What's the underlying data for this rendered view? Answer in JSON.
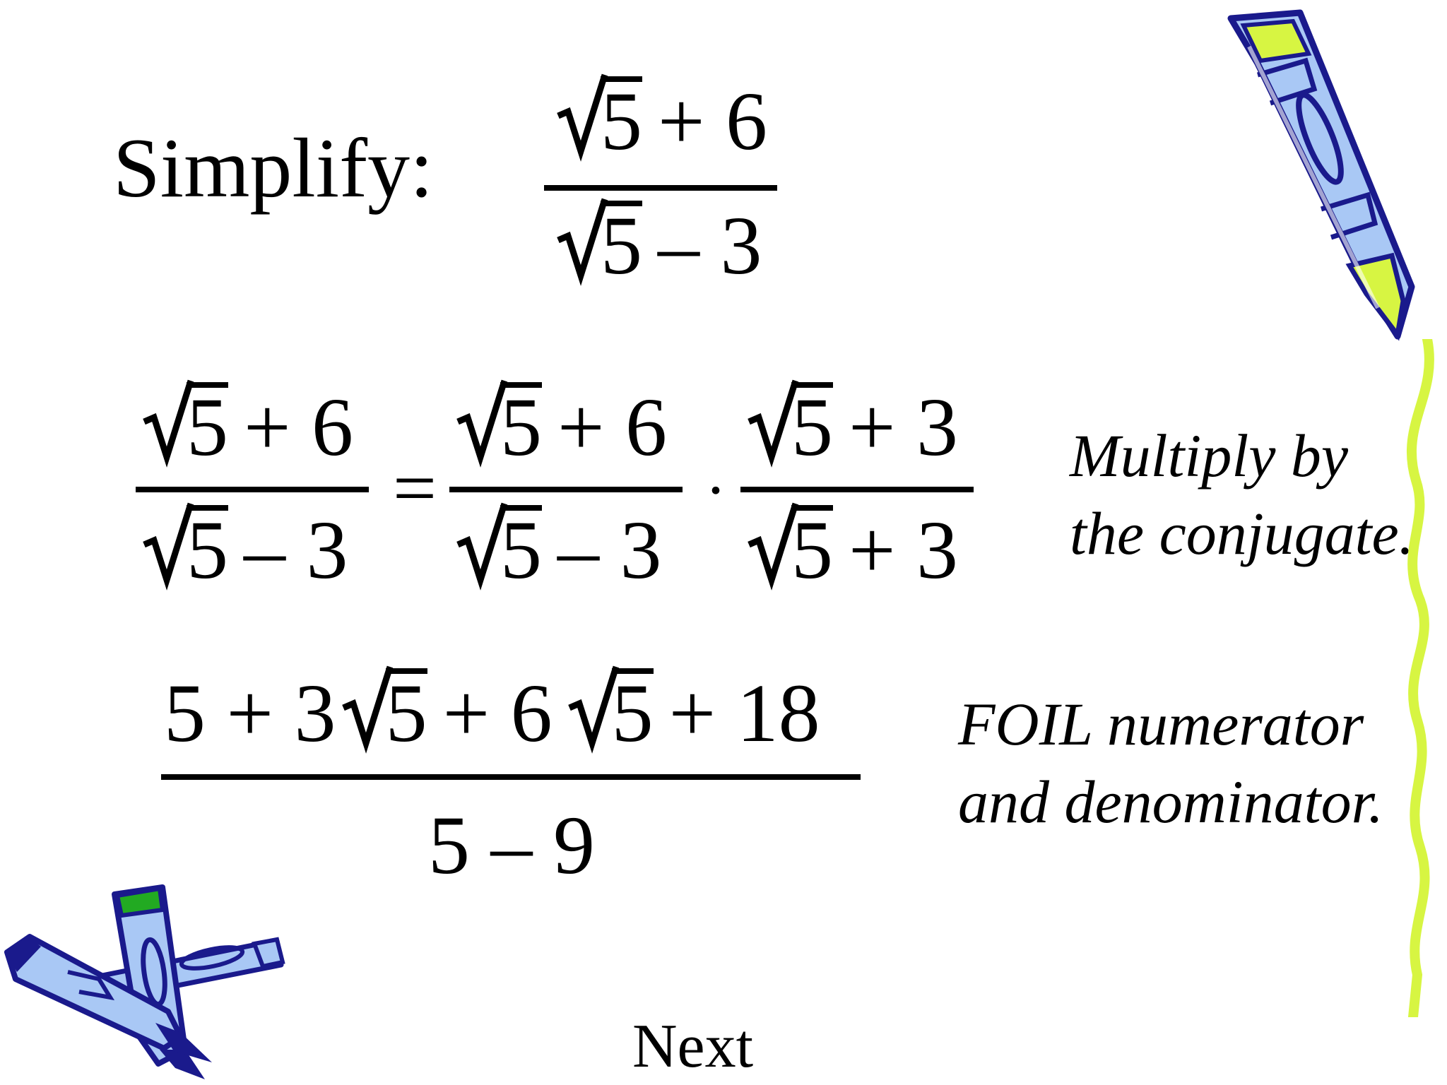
{
  "slide": {
    "simplify_label": "Simplify:",
    "problem": {
      "num_radicand": "5",
      "num_rest": "+ 6",
      "den_radicand": "5",
      "den_rest": "– 3"
    },
    "step1": {
      "lhs_num_radicand": "5",
      "lhs_num_rest": "+ 6",
      "lhs_den_radicand": "5",
      "lhs_den_rest": "– 3",
      "equals": "=",
      "mid_num_radicand": "5",
      "mid_num_rest": "+ 6",
      "mid_den_radicand": "5",
      "mid_den_rest": "– 3",
      "dot": "·",
      "conj_num_radicand": "5",
      "conj_num_rest": "+ 3",
      "conj_den_radicand": "5",
      "conj_den_rest": "+ 3",
      "note_line1": "Multiply by",
      "note_line2": "the conjugate."
    },
    "step2": {
      "num_part1": "5 + 3",
      "num_radicand_1": "5",
      "num_part2": "+ 6",
      "num_radicand_2": "5",
      "num_part3": "+ 18",
      "denominator": "5 – 9",
      "note_line1": "FOIL numerator",
      "note_line2": "and denominator."
    },
    "next_label": "Next",
    "colors": {
      "text": "#000000",
      "crayon_blue": "#a9c8f5",
      "crayon_outline": "#1a1a8c",
      "accent_green": "#d7f542",
      "cap_green": "#22aa22"
    },
    "icons": [
      "crayon-top-right-icon",
      "crayon-pile-bottom-left-icon",
      "squiggle-line-icon"
    ]
  }
}
